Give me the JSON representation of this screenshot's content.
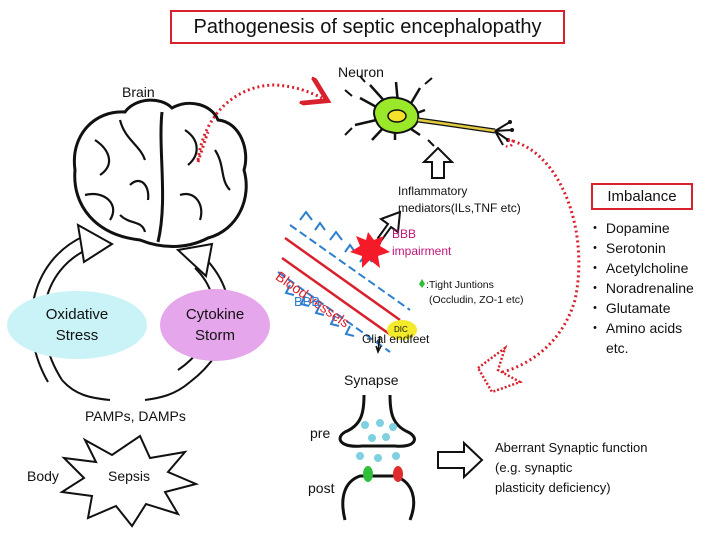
{
  "title": "Pathogenesis of septic encephalopathy",
  "labels": {
    "brain": "Brain",
    "neuron": "Neuron",
    "body": "Body",
    "sepsis": "Sepsis",
    "pamps": "PAMPs, DAMPs",
    "oxidative_line1": "Oxidative",
    "oxidative_line2": "Stress",
    "cytokine_line1": "Cytokine",
    "cytokine_line2": "Storm",
    "inflammatory_line1": "Inflammatory",
    "inflammatory_line2": "mediators(ILs,TNF etc)",
    "bbb_impairment_line1": "BBB",
    "bbb_impairment_line2": "impairment",
    "blood_vessels": "Blood vessels",
    "bbb": "BBB",
    "dic": "DIC",
    "tight_line1": ":Tight Juntions",
    "tight_line2": "(Occludin, ZO-1 etc)",
    "glial": "Glial endfeet",
    "synapse": "Synapse",
    "pre": "pre",
    "post": "post",
    "aberrant_line1": "Aberrant Synaptic function",
    "aberrant_line2": "(e.g. synaptic",
    "aberrant_line3": "plasticity deficiency)"
  },
  "imbalance": {
    "heading": "Imbalance",
    "items": [
      "・ Dopamine",
      "・ Serotonin",
      "・ Acetylcholine",
      "・ Noradrenaline",
      "・ Glutamate",
      "・ Amino acids"
    ],
    "etc": "etc."
  },
  "colors": {
    "red": "#d9212e",
    "oxidative_fill": "#c9f3f6",
    "cytokine_fill": "#e6a6ec",
    "neuron_fill": "#9be82a",
    "vessel_blue": "#2d7fd0",
    "dic_fill": "#f2ea2a",
    "synapse_dot": "#7fd0e0",
    "receptor_green": "#2fbf3a",
    "receptor_red": "#e02c2c"
  }
}
